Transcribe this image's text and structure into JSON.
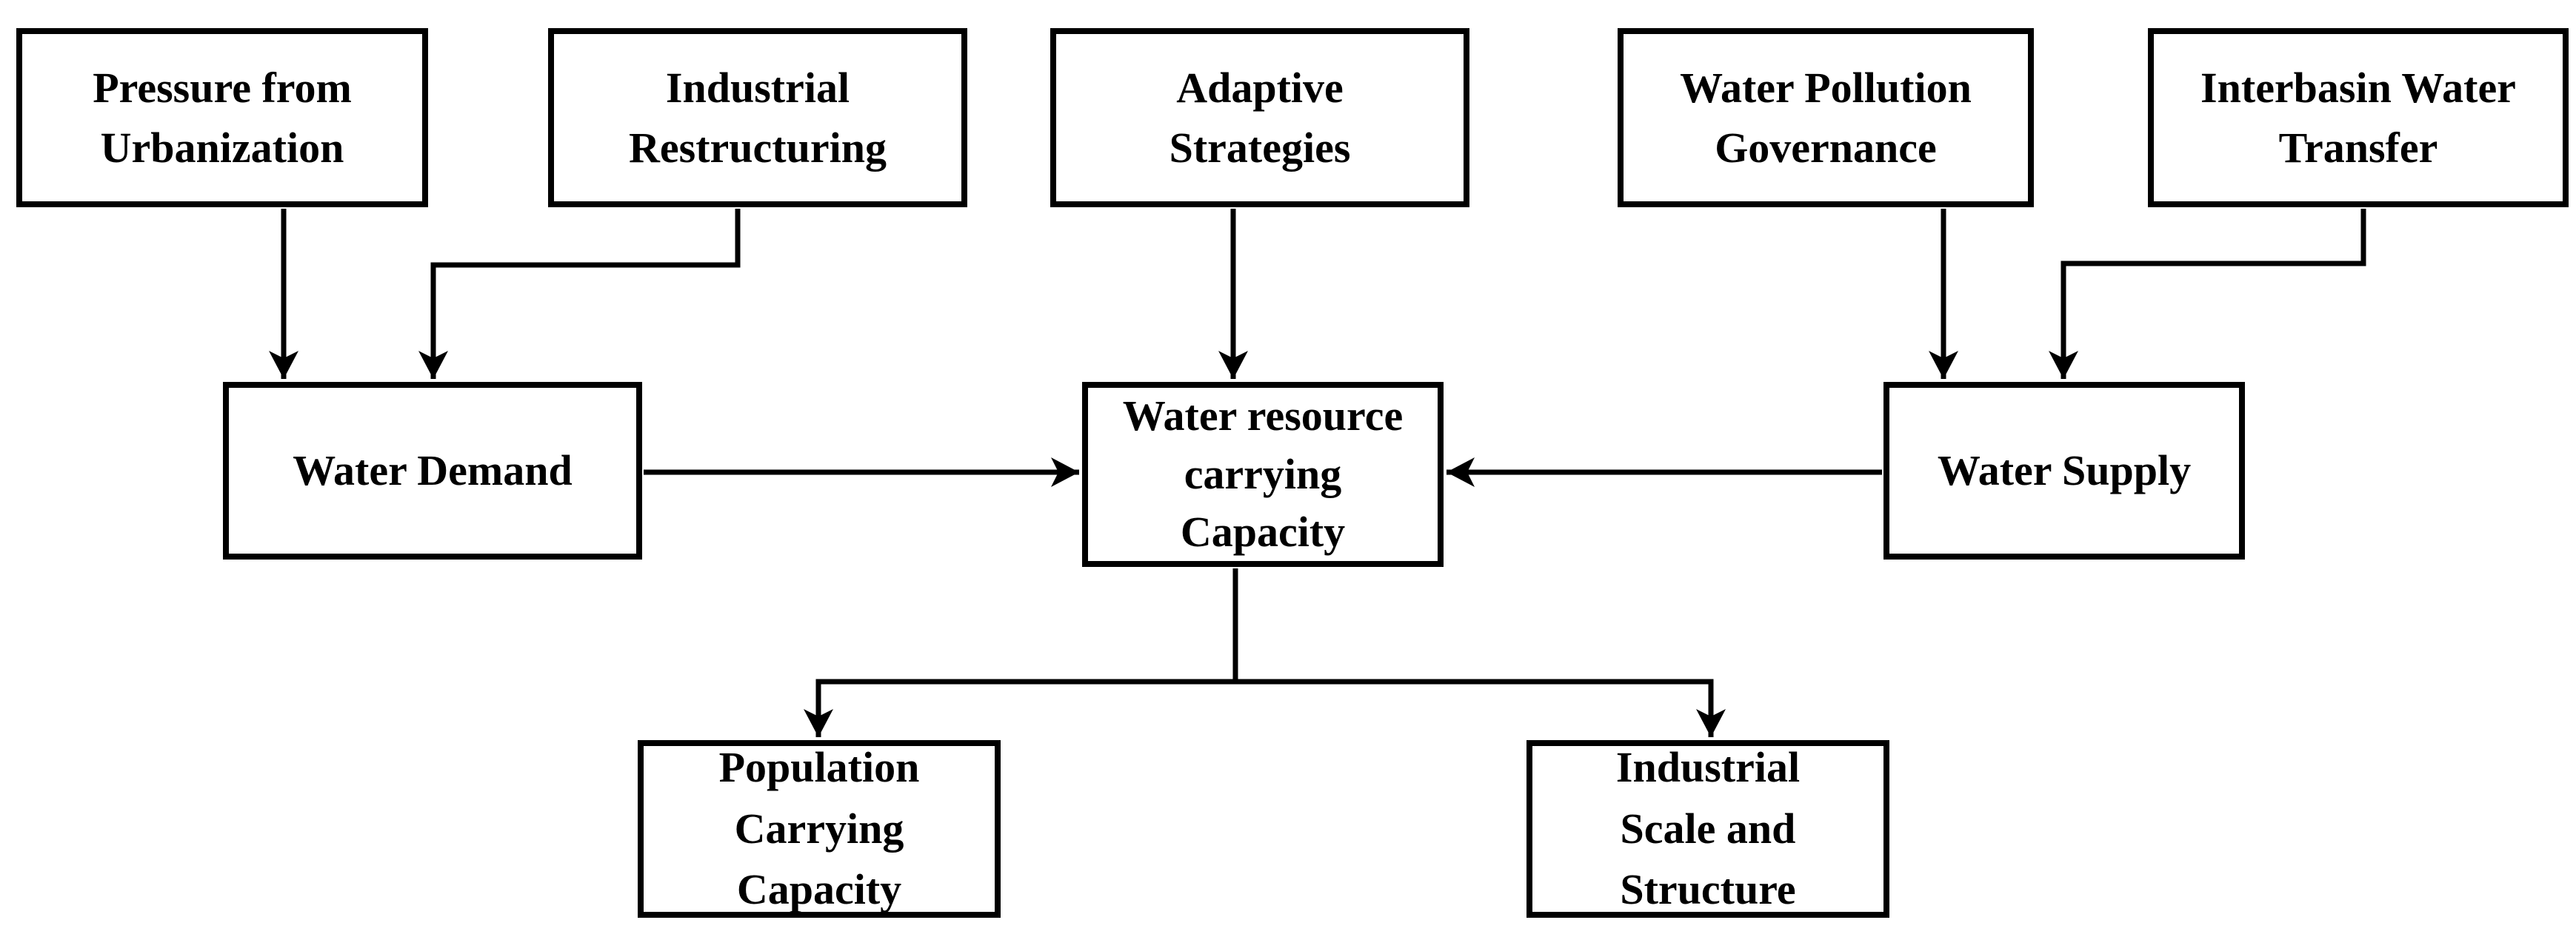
{
  "diagram": {
    "background_color": "#ffffff",
    "line_color": "#000000",
    "text_color": "#000000",
    "nodes": {
      "pressure_urbanization": {
        "label": "Pressure from\nUrbanization"
      },
      "industrial_restructuring": {
        "label": "Industrial\nRestructuring"
      },
      "adaptive_strategies": {
        "label": "Adaptive\nStrategies"
      },
      "water_pollution_governance": {
        "label": "Water Pollution\nGovernance"
      },
      "interbasin_water_transfer": {
        "label": "Interbasin Water\nTransfer"
      },
      "water_demand": {
        "label": "Water Demand"
      },
      "water_resource_carrying_capacity": {
        "label": "Water resource\ncarrying\nCapacity"
      },
      "water_supply": {
        "label": "Water Supply"
      },
      "population_carrying_capacity": {
        "label": "Population\nCarrying\nCapacity"
      },
      "industrial_scale_structure": {
        "label": "Industrial\nScale and\nStructure"
      }
    },
    "edges": [
      {
        "from": "pressure_urbanization",
        "to": "water_demand"
      },
      {
        "from": "industrial_restructuring",
        "to": "water_demand"
      },
      {
        "from": "adaptive_strategies",
        "to": "water_resource_carrying_capacity"
      },
      {
        "from": "water_pollution_governance",
        "to": "water_supply"
      },
      {
        "from": "interbasin_water_transfer",
        "to": "water_supply"
      },
      {
        "from": "water_demand",
        "to": "water_resource_carrying_capacity"
      },
      {
        "from": "water_supply",
        "to": "water_resource_carrying_capacity"
      },
      {
        "from": "water_resource_carrying_capacity",
        "to": "population_carrying_capacity"
      },
      {
        "from": "water_resource_carrying_capacity",
        "to": "industrial_scale_structure"
      }
    ]
  }
}
